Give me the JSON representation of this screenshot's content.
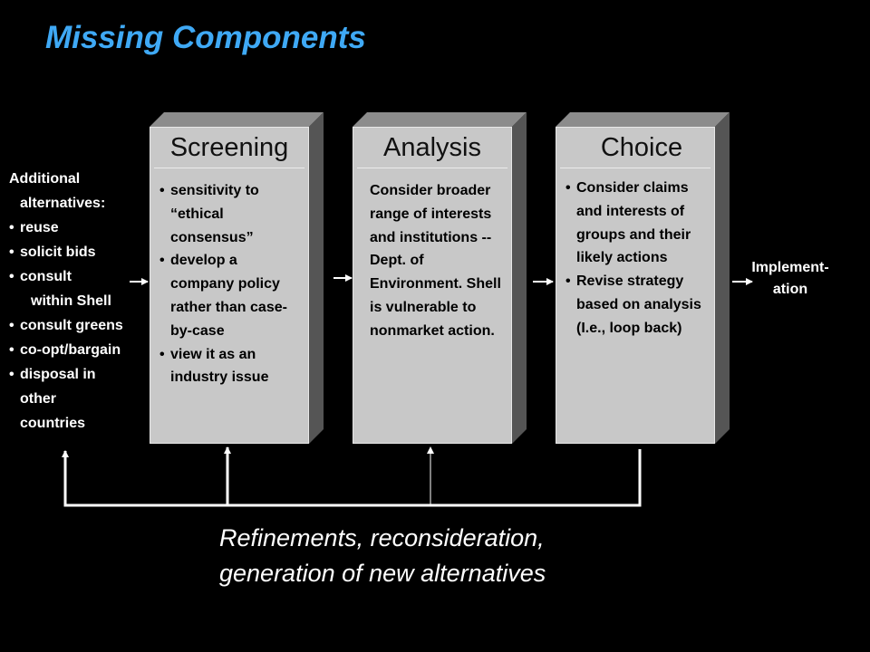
{
  "title": "Missing Components",
  "left": {
    "heading_line1": "Additional",
    "heading_line2": "alternatives:",
    "items": [
      "reuse",
      "solicit bids",
      "consult",
      "within Shell",
      "consult greens",
      "co-opt/bargain",
      "disposal in",
      "other",
      "countries"
    ]
  },
  "boxes": [
    {
      "heading": "Screening",
      "bullets": [
        "sensitivity to “ethical consensus”",
        "develop a company policy rather than case-by-case",
        "view it as an industry issue"
      ]
    },
    {
      "heading": "Analysis",
      "text": "Consider broader range of interests and institutions -- Dept. of Environment. Shell is vulnerable to nonmarket action."
    },
    {
      "heading": "Choice",
      "bullets": [
        "Consider claims and interests of groups and their likely actions",
        "Revise strategy based on analysis (I.e., loop back)"
      ]
    }
  ],
  "implement": {
    "line1": "Implement-",
    "line2": "ation"
  },
  "footer": {
    "line1": "Refinements, reconsideration,",
    "line2": "generation of new alternatives"
  }
}
